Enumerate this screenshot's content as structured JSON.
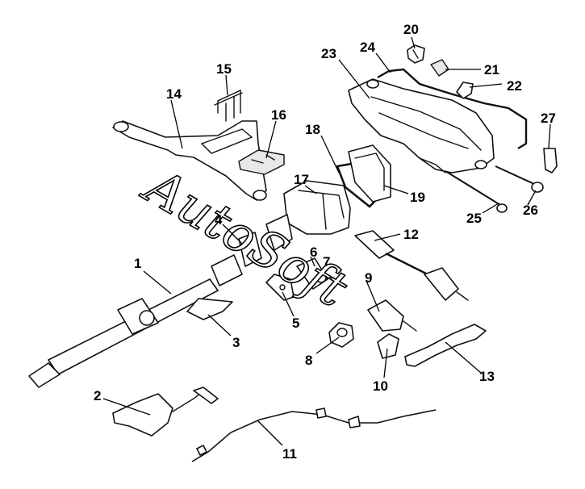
{
  "watermark": "AutoSoft",
  "callouts": [
    "1",
    "2",
    "3",
    "4",
    "5",
    "6",
    "7",
    "8",
    "9",
    "10",
    "11",
    "12",
    "13",
    "14",
    "15",
    "16",
    "17",
    "18",
    "19",
    "20",
    "21",
    "22",
    "23",
    "24",
    "25",
    "26",
    "27"
  ],
  "parts": {
    "propeller_shaft": "1",
    "center_bearing": "2",
    "heat_shield": "3",
    "flange_joint": "4",
    "mount_bracket": "5",
    "companion_flange": "6",
    "nut_7": "7",
    "rubber_bushing": "8",
    "dust_boot": "9",
    "bracket_10": "10",
    "parking_brake_cable": "11",
    "left_drive_shaft": "12",
    "trailing_link": "13",
    "front_crossmember": "14",
    "u_bolt": "15",
    "insulator": "16",
    "differential_carrier": "17",
    "gasket": "18",
    "differential_cover": "19",
    "stabilizer_clamp": "20",
    "stabilizer_bushing": "21",
    "stabilizer_bracket": "22",
    "rear_subframe": "23",
    "stabilizer_bar": "24",
    "lateral_link": "25",
    "lateral_link_end": "26",
    "stabilizer_link": "27"
  }
}
